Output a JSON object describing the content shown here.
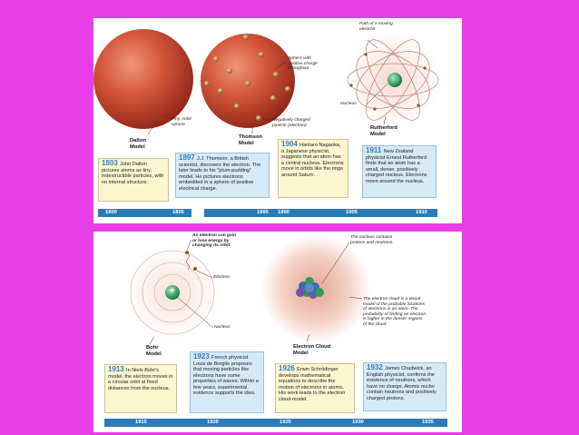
{
  "top": {
    "dalton": {
      "label_line1": "Dalton",
      "label_line2": "Model",
      "annotation_line1": "Tiny, solid",
      "annotation_line2": "sphere",
      "year": "1803",
      "text": "John Dalton pictures atoms as tiny, indestructible particles, with no internal structure."
    },
    "thomson": {
      "label_line1": "Thomson",
      "label_line2": "Model",
      "sphere_annotation": [
        "Sphere with",
        "positive charge",
        "throughout"
      ],
      "particle_annotation": [
        "Negatively charged",
        "particle (electron)"
      ],
      "year": "1897",
      "text": "J.J. Thomson, a British scientist, discovers the electron. The later leads to his \"plum-pudding\" model. He pictures electrons embedded in a sphere of positive electrical charge."
    },
    "nagaoka": {
      "year": "1904",
      "text": "Hantaro Nagaoka, a Japanese physicist, suggests that an atom has a central nucleus. Electrons move in orbits like the rings around Saturn."
    },
    "rutherford": {
      "label_line1": "Rutherford",
      "label_line2": "Model",
      "path_annotation": [
        "Path of a moving",
        "electron"
      ],
      "nucleus_annotation": "Nucleus",
      "year": "1911",
      "text": "New Zealand physicist Ernest Rutherford finds that an atom has a small, dense, positively charged nucleus. Electrons move around the nucleus."
    },
    "timeline_left": [
      "1800",
      "1805"
    ],
    "timeline_right": [
      "1895",
      "1900",
      "1905",
      "1910"
    ]
  },
  "bottom": {
    "bohr": {
      "label_line1": "Bohr",
      "label_line2": "Model",
      "gain_annotation": [
        "An electron can gain",
        "or lose energy by",
        "changing its orbit."
      ],
      "electron_annotation": "Electron",
      "nucleus_annotation": "Nucleus",
      "plus_sign": "+",
      "year": "1913",
      "text": "In Niels Bohr's model, the electron moves in a circular orbit at fixed distances from the nucleus."
    },
    "debroglie": {
      "year": "1923",
      "text": "French physicist Louis de Broglie proposes that moving particles like electrons have some properties of waves. Within a few years, experimental evidence supports the idea."
    },
    "cloud": {
      "label_line1": "Electron Cloud",
      "label_line2": "Model",
      "nucleus_annotation": [
        "The nucleus contains",
        "protons and neutrons."
      ],
      "cloud_annotation": [
        "The electron cloud is a visual",
        "model of the probable locations",
        "of electrons in an atom. The",
        "probability of finding an electron",
        "is higher in the denser regions",
        "of the cloud."
      ]
    },
    "schrodinger": {
      "year": "1926",
      "text": "Erwin Schrödinger develops mathematical equations to describe the motion of electrons in atoms. His work leads to the electron cloud model."
    },
    "chadwick": {
      "year": "1932",
      "text": "James Chadwick, an English physicist, confirms the existence of neutrons, which have no charge. Atomic nuclei contain neutrons and positively charged protons."
    },
    "timeline": [
      "1915",
      "1920",
      "1925",
      "1930",
      "1935"
    ]
  },
  "colors": {
    "background": "#e83ce8",
    "timeline": "#2b7ab7",
    "year_text": "#2f7fc1",
    "yellow_box": "#fbf6cf",
    "blue_box": "#d6e9f6",
    "sphere": "#c9462e",
    "nucleus": "#1fa05a"
  }
}
